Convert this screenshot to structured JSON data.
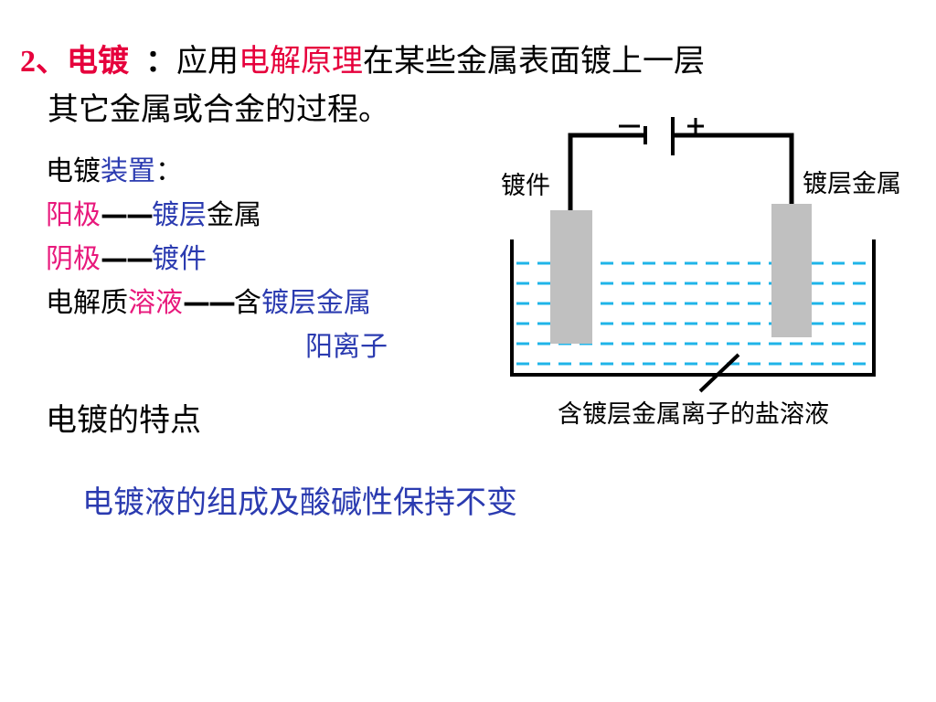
{
  "title": {
    "number": "2、",
    "term": "电镀",
    "colon": "：",
    "prefix": "应用",
    "principle": "电解原理",
    "rest_line1": "在某些金属表面镀上一层",
    "line2": "其它金属或合金的过程。"
  },
  "device": {
    "label_prefix": "电镀",
    "label_keyword": "装置",
    "label_colon": "：",
    "anode_label": "阳极",
    "anode_dash": "——",
    "anode_value_kw": "镀层",
    "anode_value_rest": "金属",
    "cathode_label": "阴极",
    "cathode_dash": "——",
    "cathode_value": "镀件",
    "electrolyte_prefix": "电解质",
    "electrolyte_kw": "溶液",
    "electrolyte_dash": "——",
    "electrolyte_contains": "含",
    "electrolyte_value_line1": "镀层金属",
    "electrolyte_value_line2": "阳离子"
  },
  "features": {
    "heading": "电镀的特点",
    "point": "电镀液的组成及酸碱性保持不变"
  },
  "diagram": {
    "negative_sign": "－",
    "positive_sign": "＋",
    "left_electrode_label": "镀件",
    "right_electrode_label": "镀层金属",
    "solution_label": "含镀层金属离子的盐溶液",
    "colors": {
      "electrode": "#c0c0c0",
      "solution_dash": "#1fb4e8",
      "wire": "#000000"
    }
  }
}
